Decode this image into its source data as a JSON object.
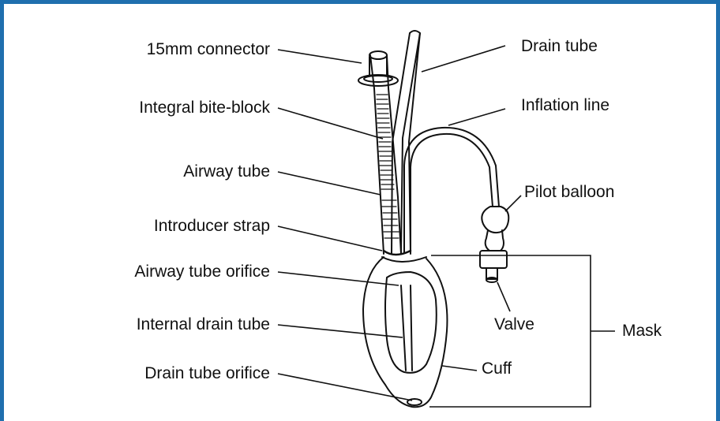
{
  "colors": {
    "frame": "#1f6fae",
    "ink": "#111111"
  },
  "labels": {
    "connector": "15mm connector",
    "bite_block": "Integral bite-block",
    "airway_tube": "Airway tube",
    "introducer_strap": "Introducer strap",
    "airway_tube_orifice": "Airway tube orifice",
    "internal_drain_tube": "Internal drain tube",
    "drain_tube_orifice": "Drain tube orifice",
    "drain_tube": "Drain tube",
    "inflation_line": "Inflation line",
    "pilot_balloon": "Pilot balloon",
    "valve": "Valve",
    "cuff": "Cuff",
    "mask": "Mask"
  }
}
